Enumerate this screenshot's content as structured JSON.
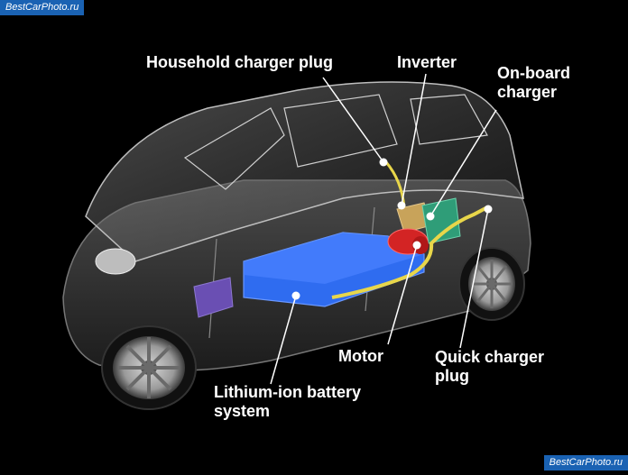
{
  "watermark": {
    "text": "BestCarPhoto.ru"
  },
  "labels": {
    "household_plug": "Household charger plug",
    "inverter": "Inverter",
    "onboard_charger": [
      "On-board",
      "charger"
    ],
    "motor": "Motor",
    "quick_plug": [
      "Quick charger",
      "plug"
    ],
    "battery": [
      "Lithium-ion battery",
      "system"
    ]
  },
  "colors": {
    "background": "#000000",
    "battery": "#2f6cf0",
    "inverter": "#c8a35a",
    "onboard_charger": "#2f9d78",
    "motor": "#d32424",
    "cable": "#e8d64a",
    "body_panel": "#2a2a2a",
    "watermark_bg": "#1a62b3"
  }
}
